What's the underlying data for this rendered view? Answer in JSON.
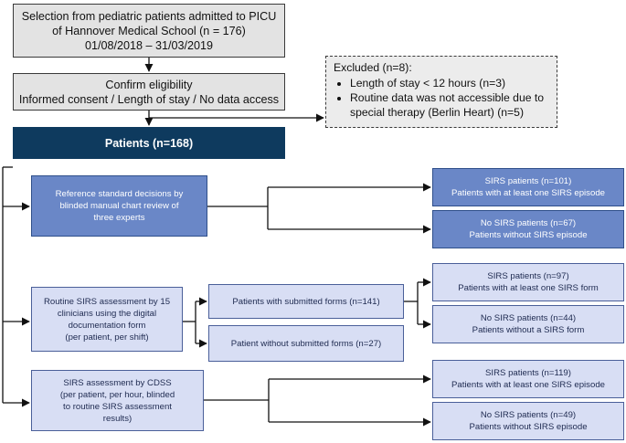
{
  "selection": {
    "line1": "Selection from pediatric patients admitted to PICU",
    "line2": "of Hannover Medical School (n = 176)",
    "line3": "01/08/2018 – 31/03/2019"
  },
  "eligibility": {
    "line1": "Confirm eligibility",
    "line2": "Informed consent / Length of stay / No data access"
  },
  "excluded": {
    "title": "Excluded (n=8):",
    "items": [
      "Length of stay < 12 hours (n=3)",
      "Routine data was not accessible due to special therapy (Berlin Heart) (n=5)"
    ]
  },
  "patients": {
    "label": "Patients (n=168)"
  },
  "reference": {
    "line1": "Reference standard decisions by",
    "line2": "blinded manual chart review of",
    "line3": "three experts"
  },
  "ref_sirs": {
    "line1": "SIRS patients (n=101)",
    "line2": "Patients with at least one SIRS episode"
  },
  "ref_nosirs": {
    "line1": "No SIRS patients (n=67)",
    "line2": "Patients without SIRS episode"
  },
  "routine": {
    "line1": "Routine SIRS assessment by 15",
    "line2": "clinicians using the digital",
    "line3": "documentation form",
    "line4": "(per patient, per shift)"
  },
  "submitted": {
    "label": "Patients with submitted forms (n=141)"
  },
  "not_submitted": {
    "label": "Patient without submitted forms (n=27)"
  },
  "routine_sirs": {
    "line1": "SIRS patients (n=97)",
    "line2": "Patients with at least one SIRS form"
  },
  "routine_nosirs": {
    "line1": "No SIRS patients (n=44)",
    "line2": "Patients without a SIRS form"
  },
  "cdss": {
    "line1": "SIRS assessment by CDSS",
    "line2": "(per patient, per hour, blinded",
    "line3": "to routine SIRS assessment",
    "line4": "results)"
  },
  "cdss_sirs": {
    "line1": "SIRS patients (n=119)",
    "line2": "Patients with at least one SIRS episode"
  },
  "cdss_nosirs": {
    "line1": "No SIRS patients (n=49)",
    "line2": "Patients without SIRS episode"
  },
  "colors": {
    "navy": "#0e3a5e",
    "blue": "#6a87c7",
    "light_blue": "#d8def4",
    "gray": "#e3e3e3"
  }
}
